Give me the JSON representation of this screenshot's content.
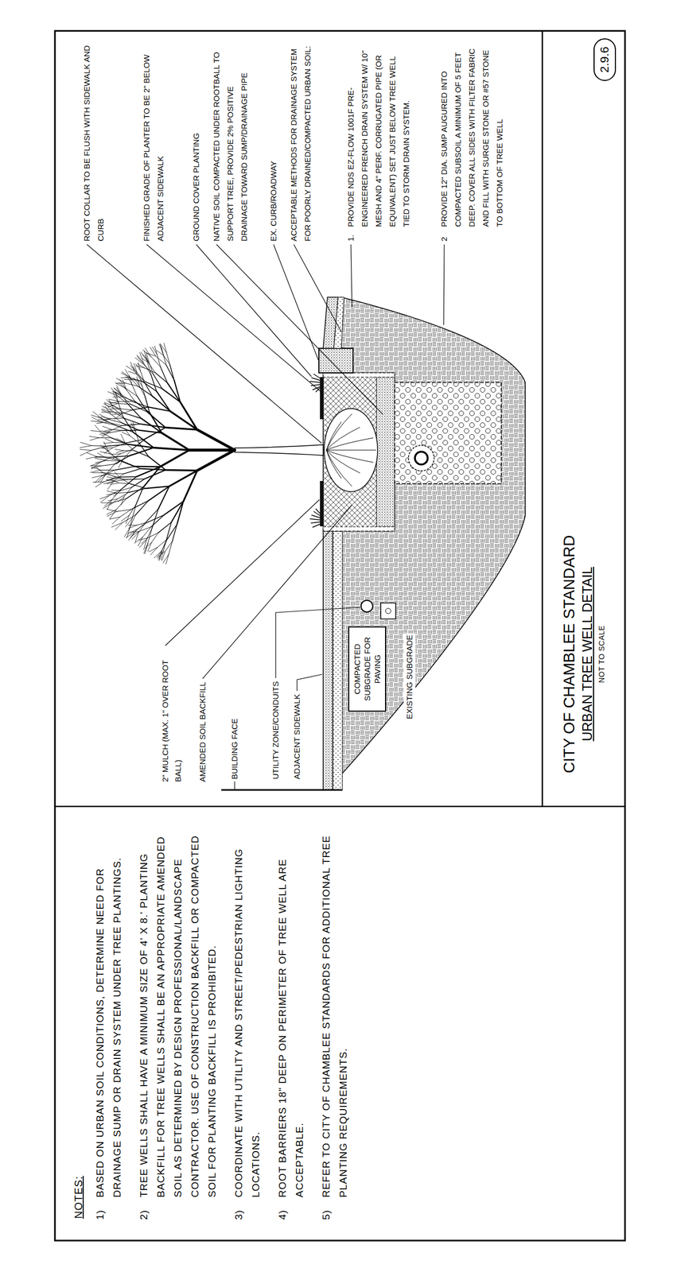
{
  "diagram": {
    "title": "URBAN TREE WELL DETAIL",
    "nodes": [
      {
        "text": [
          "COMPACTED SUBGRADE FOR PAVING"
        ]
      },
      {
        "text": [
          "2.9.6"
        ]
      }
    ],
    "labels": [
      "NOTES:",
      "1)",
      "BASED ON URBAN SOIL CONDITIONS, DETERMINE NEED FOR DRAINAGE SUMP OR DRAIN SYSTEM UNDER TREE PLANTINGS.",
      "2)",
      "TREE WELLS SHALL HAVE A MINIMUM SIZE OF 4' X 8.' PLANTING BACKFILL FOR TREE WELLS SHALL BE AN APPROPRIATE AMENDED SOIL AS DETERMINED BY DESIGN PROFESSIONAL/LANDSCAPE CONTRACTOR. USE OF CONSTRUCTION BACKFILL OR COMPACTED SOIL FOR PLANTING BACKFILL IS PROHIBITED.",
      "3)",
      "COORDINATE WITH UTILITY AND STREET/PEDESTRIAN LIGHTING LOCATIONS.",
      "4)",
      "ROOT BARRIERS 18\" DEEP ON PERIMETER OF TREE WELL ARE ACCEPTABLE.",
      "5)",
      "REFER TO CITY OF CHAMBLEE STANDARDS FOR ADDITIONAL TREE PLANTING REQUIREMENTS.",
      "ROOT COLLAR TO BE FLUSH WITH SIDEWALK AND CURB",
      "FINISHED GRADE OF PLANTER TO BE 2\" BELOW ADJACENT SIDEWALK",
      "GROUND COVER PLANTING",
      "NATIVE SOIL COMPACTED UNDER ROOTBALL TO SUPPORT TREE, PROVIDE 2% POSITIVE DRAINAGE TOWARD SUMP/DRAINAGE PIPE",
      "EX. CURB/ROADWAY",
      "ACCEPTABLE METHODS FOR DRAINAGE SYSTEM FOR POORLY DRAINED/COMPACTED URBAN SOIL:",
      "1.",
      "PROVIDE NDS EZ-FLOW 1001F PRE-ENGINEERED FRENCH DRAIN SYSTEM W/ 10\" MESH AND 4\" PERF. CORRUGATED PIPE (OR EQUIVALENT) SET JUST BELOW TREE WELL TIED TO STORM DRAIN SYSTEM.",
      "2",
      "PROVIDE 12\" DIA. SUMP AUGURED INTO COMPACTED SUBSOIL A MINIMUM OF 5 FEET DEEP. COVER ALL SIDES WITH FILTER FABRIC AND FILL WITH SURGE STONE OR #57 STONE TO BOTTOM OF TREE WELL",
      "2\" MULCH (MAX. 1\" OVER ROOT BALL)",
      "AMENDED SOIL BACKFILL",
      "BUILDING FACE",
      "UTILITY ZONE/CONDUITS",
      "ADJACENT SIDEWALK",
      "EXISTING SUBGRADE",
      "CITY OF CHAMBLEE STANDARD",
      "NOT TO SCALE"
    ]
  }
}
